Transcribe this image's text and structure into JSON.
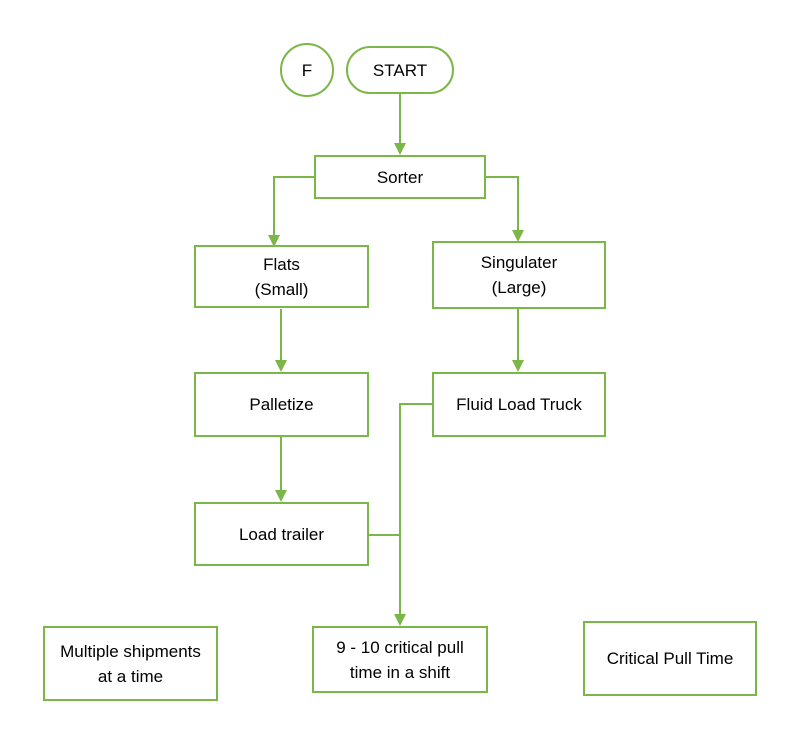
{
  "colors": {
    "stroke": "#7ab648",
    "text": "#000000",
    "background": "#ffffff"
  },
  "nodes": {
    "connector_f": "F",
    "start": "START",
    "sorter": "Sorter",
    "flats": "Flats\n(Small)",
    "singulater": "Singulater\n(Large)",
    "palletize": "Palletize",
    "fluid_load_truck": "Fluid Load Truck",
    "load_trailer": "Load trailer",
    "multiple_shipments": "Multiple shipments\nat a time",
    "critical_pull_shift": "9 - 10 critical pull\ntime in a shift",
    "critical_pull_time": "Critical Pull Time"
  }
}
